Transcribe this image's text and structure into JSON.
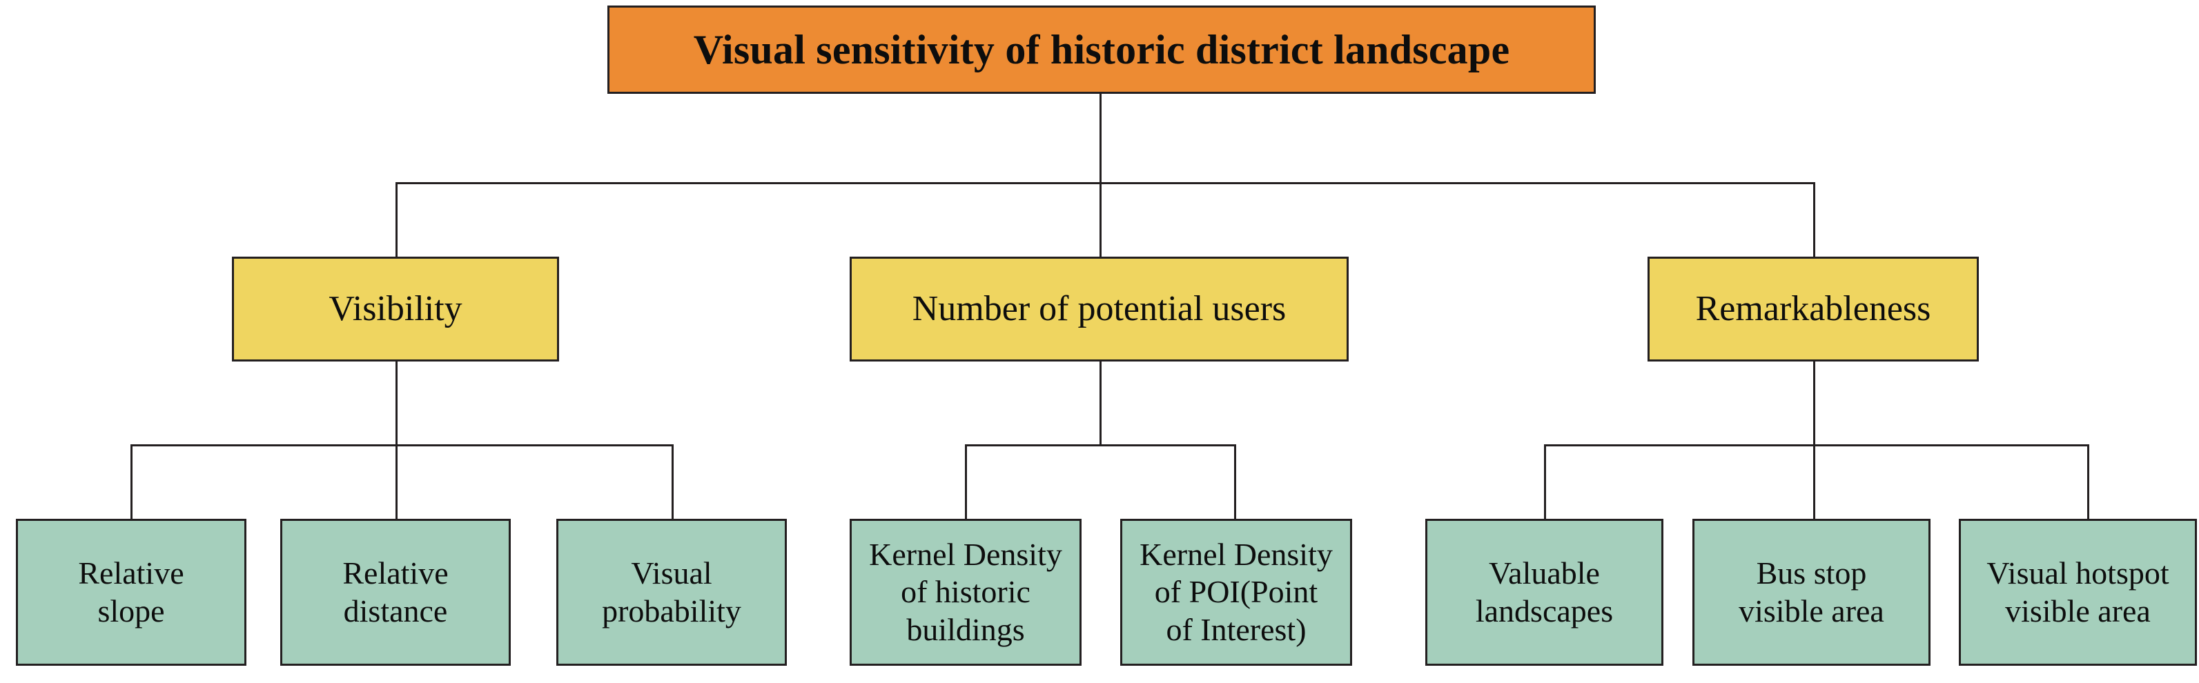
{
  "diagram": {
    "type": "hierarchy-tree",
    "title": "Visual sensitivity of historic district landscape",
    "levels": 3,
    "colors": {
      "root_fill": "#ED8B33",
      "branch_fill": "#EFD560",
      "leaf_fill": "#A5CFBC",
      "stroke": "#231f20",
      "background": "#FFFFFF",
      "text": "#0D0D0D"
    },
    "root": {
      "label": "Visual sensitivity of historic district landscape"
    },
    "branches": [
      {
        "id": "visibility",
        "label": "Visibility",
        "leaves": [
          {
            "id": "relative-slope",
            "label": "Relative\nslope"
          },
          {
            "id": "relative-distance",
            "label": "Relative\ndistance"
          },
          {
            "id": "visual-probability",
            "label": "Visual\nprobability"
          }
        ]
      },
      {
        "id": "number-of-potential-users",
        "label": "Number of potential users",
        "leaves": [
          {
            "id": "kernel-density-historic-buildings",
            "label": "Kernel Density\nof historic\nbuildings"
          },
          {
            "id": "kernel-density-poi",
            "label": "Kernel Density\nof POI(Point\nof Interest)"
          }
        ]
      },
      {
        "id": "remarkableness",
        "label": "Remarkableness",
        "leaves": [
          {
            "id": "valuable-landscapes",
            "label": "Valuable\nlandscapes"
          },
          {
            "id": "bus-stop-visible-area",
            "label": "Bus stop\nvisible area"
          },
          {
            "id": "visual-hotspot-visible-area",
            "label": "Visual hotspot\nvisible area"
          }
        ]
      }
    ]
  }
}
